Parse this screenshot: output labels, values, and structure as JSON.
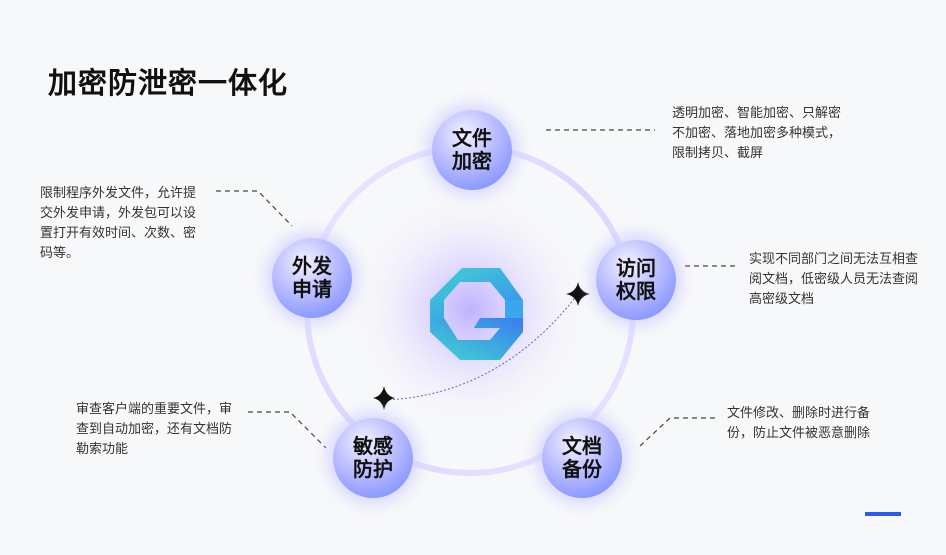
{
  "title": "加密防泄密一体化",
  "nodes": {
    "encrypt": "文件 加密",
    "access": "访问 权限",
    "backup": "文档 备份",
    "defense": "敏感 防护",
    "outgoing": "外发 申请"
  },
  "descriptions": {
    "encrypt": "透明加密、智能加密、只解密不加密、落地加密多种模式，限制拷贝、截屏",
    "access": "实现不同部门之间无法互相查阅文档，低密级人员无法查阅高密级文档",
    "backup": "文件修改、删除时进行备份，防止文件被恶意删除",
    "defense": "审查客户端的重要文件，审查到自动加密，还有文档防勒索功能",
    "outgoing": "限制程序外发文件，允许提交外发申请，外发包可以设置打开有效时间、次数、密码等。"
  },
  "colors": {
    "accent": "#2f5be8",
    "node_gradient_edge": "#6d80ff",
    "logo_teal": "#39c9d6",
    "logo_blue": "#3a7cf0"
  }
}
